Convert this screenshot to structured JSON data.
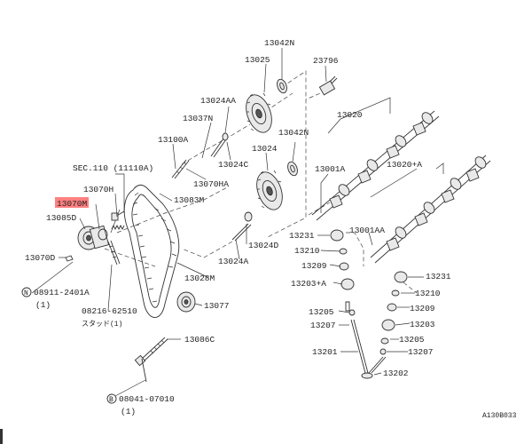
{
  "diagram": {
    "labels": {
      "p13042N_top": "13042N",
      "p23796": "23796",
      "p13025": "13025",
      "p13024AA": "13024AA",
      "p13037N": "13037N",
      "p13020": "13020",
      "p13100A": "13100A",
      "p13042N_mid": "13042N",
      "p13024C": "13024C",
      "p13024": "13024",
      "p13001A": "13001A",
      "pSEC110": "SEC.110 (11110A)",
      "p13070H": "13070H",
      "p13070HA": "13070HA",
      "p13020A": "13020+A",
      "p13070M": "13070M",
      "p13083M": "13083M",
      "p13085D": "13085D",
      "p13001AA": "13001AA",
      "p13231_left": "13231",
      "p13024D": "13024D",
      "p13210_left": "13210",
      "p13070D": "13070D",
      "p13024A": "13024A",
      "p13209_left": "13209",
      "p13231_right": "13231",
      "p13028M": "13028M",
      "p13203A": "13203+A",
      "p08911": "08911-2401A",
      "p08911_qty": "(1)",
      "p13210_right": "13210",
      "p13077": "13077",
      "p13209_right": "13209",
      "p13205_left": "13205",
      "p08216": "08216-62510",
      "p08216_note": "スタッド(1)",
      "p13203": "13203",
      "p13207_left": "13207",
      "p13086C": "13086C",
      "p13205_right": "13205",
      "p13207_right": "13207",
      "p13201": "13201",
      "p13202": "13202",
      "p08041": "08041-07010",
      "p08041_qty": "(1)",
      "circle_N": "N",
      "circle_B": "B",
      "corner_code": "A130B033"
    },
    "highlight_color": "#ff6a6a"
  }
}
